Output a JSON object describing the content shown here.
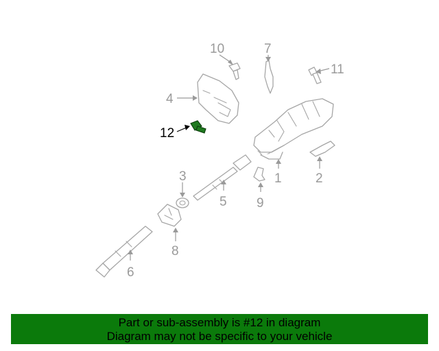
{
  "diagram": {
    "highlight_part": "12",
    "callouts": {
      "c1": "1",
      "c2": "2",
      "c3": "3",
      "c4": "4",
      "c5": "5",
      "c6": "6",
      "c7": "7",
      "c8": "8",
      "c9": "9",
      "c10": "10",
      "c11": "11",
      "c12": "12"
    },
    "colors": {
      "parts": "#a6a6a6",
      "highlight": "#1f7a1f",
      "banner": "#0b7a0b"
    }
  },
  "banner": {
    "line1": "Part or sub-assembly is #12 in diagram",
    "line2": "Diagram may not be specific to your vehicle"
  }
}
